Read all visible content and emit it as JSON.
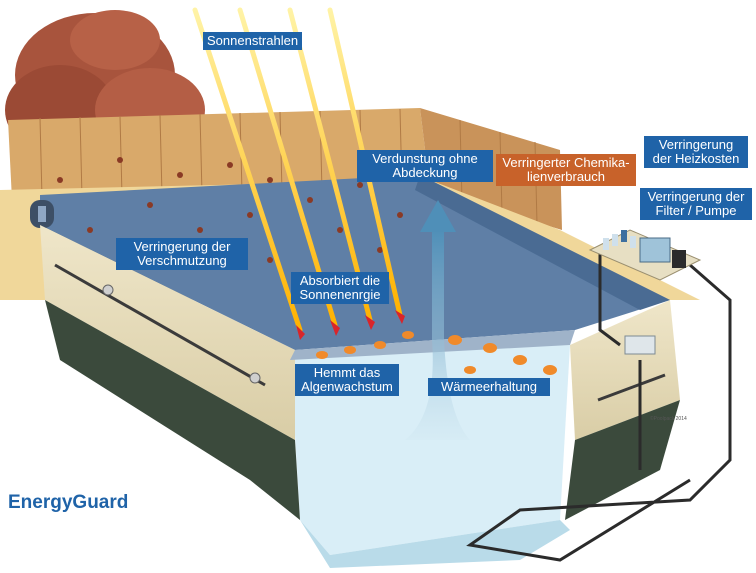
{
  "brand": "EnergyGuard",
  "copyright": "©Poolpack 2014",
  "labels": {
    "sonnenstrahlen": "Sonnenstrahlen",
    "verdunstung": [
      "Verdunstung ohne",
      "Abdeckung"
    ],
    "chemikalien": [
      "Verringerter Chemika-",
      "lienverbrauch"
    ],
    "heizkosten": [
      "Verringerung",
      "der Heizkosten"
    ],
    "filter": [
      "Verringerung der",
      "Filter / Pumpe"
    ],
    "verschmutzung": [
      "Verringerung der",
      "Verschmutzung"
    ],
    "sonnenenergie": [
      "Absorbiert die",
      "Sonnenenrgie"
    ],
    "algen": [
      "Hemmt das",
      "Algenwachstum"
    ],
    "waerme": "Wärmeerhaltung"
  },
  "colors": {
    "label_blue": "#1f63a8",
    "label_orange": "#c8622a",
    "brand": "#1f63a8",
    "water": "#d9eef7",
    "cover": "#5f7fa6",
    "fence": "#d9a96a",
    "tree": "#a8543d"
  }
}
